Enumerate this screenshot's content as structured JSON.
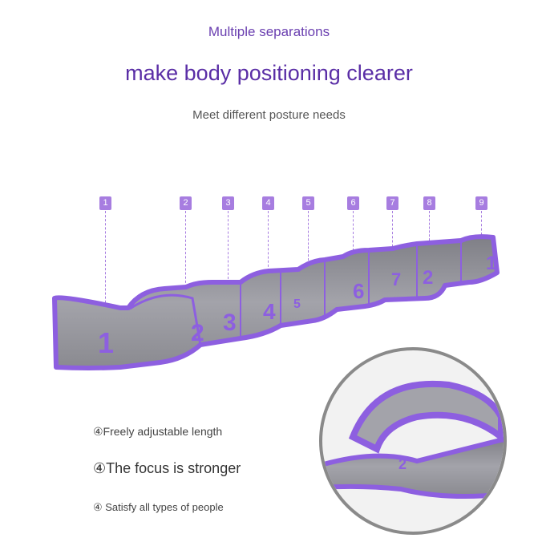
{
  "header": {
    "line1": "Multiple separations",
    "line2": "make body positioning clearer",
    "line3": "Meet different posture needs"
  },
  "markers": [
    "1",
    "2",
    "3",
    "4",
    "5",
    "6",
    "7",
    "8",
    "9"
  ],
  "features": [
    "④Freely adjustable length",
    "④The focus is stronger",
    "④ Satisfy all types of people"
  ],
  "strap_numbers": [
    "1",
    "2",
    "3",
    "4",
    "5",
    "6",
    "7",
    "2",
    "1"
  ],
  "zoom_number": "2",
  "colors": {
    "accent": "#7a4fd0",
    "band": "#9a9a9a",
    "edge": "#8d5fe0"
  }
}
